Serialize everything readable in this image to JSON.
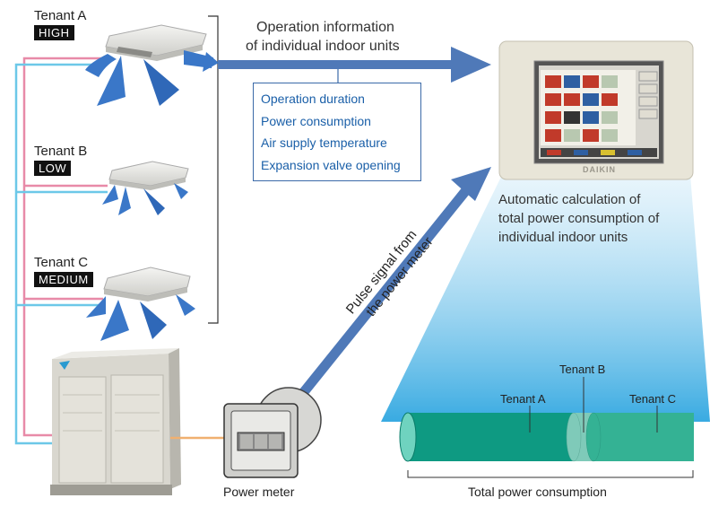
{
  "tenants": [
    {
      "name": "Tenant A",
      "level": "HIGH"
    },
    {
      "name": "Tenant B",
      "level": "LOW"
    },
    {
      "name": "Tenant C",
      "level": "MEDIUM"
    }
  ],
  "operation_info": {
    "title_line1": "Operation information",
    "title_line2": "of individual indoor units",
    "items": [
      "Operation duration",
      "Power consumption",
      "Air supply temperature",
      "Expansion valve opening"
    ]
  },
  "controller": {
    "brand": "DAIKIN",
    "calc_line1": "Automatic calculation of",
    "calc_line2": "total power consumption of",
    "calc_line3": "individual indoor units"
  },
  "pulse_signal": {
    "line1": "Pulse signal from",
    "line2": "the power meter"
  },
  "power_meter_label": "Power meter",
  "consumption_bar": {
    "segments": [
      {
        "label": "Tenant A",
        "color": "#0e9a82"
      },
      {
        "label": "Tenant B",
        "color": "#7fcab9"
      },
      {
        "label": "Tenant C",
        "color": "#34b294"
      }
    ],
    "caption": "Total power consumption"
  },
  "colors": {
    "arrow": "#4f79b8",
    "pipe_pink": "#e88aa8",
    "pipe_blue": "#6cc8e8",
    "wire_orange": "#f0b070",
    "accent_text": "#1a5fa8"
  }
}
